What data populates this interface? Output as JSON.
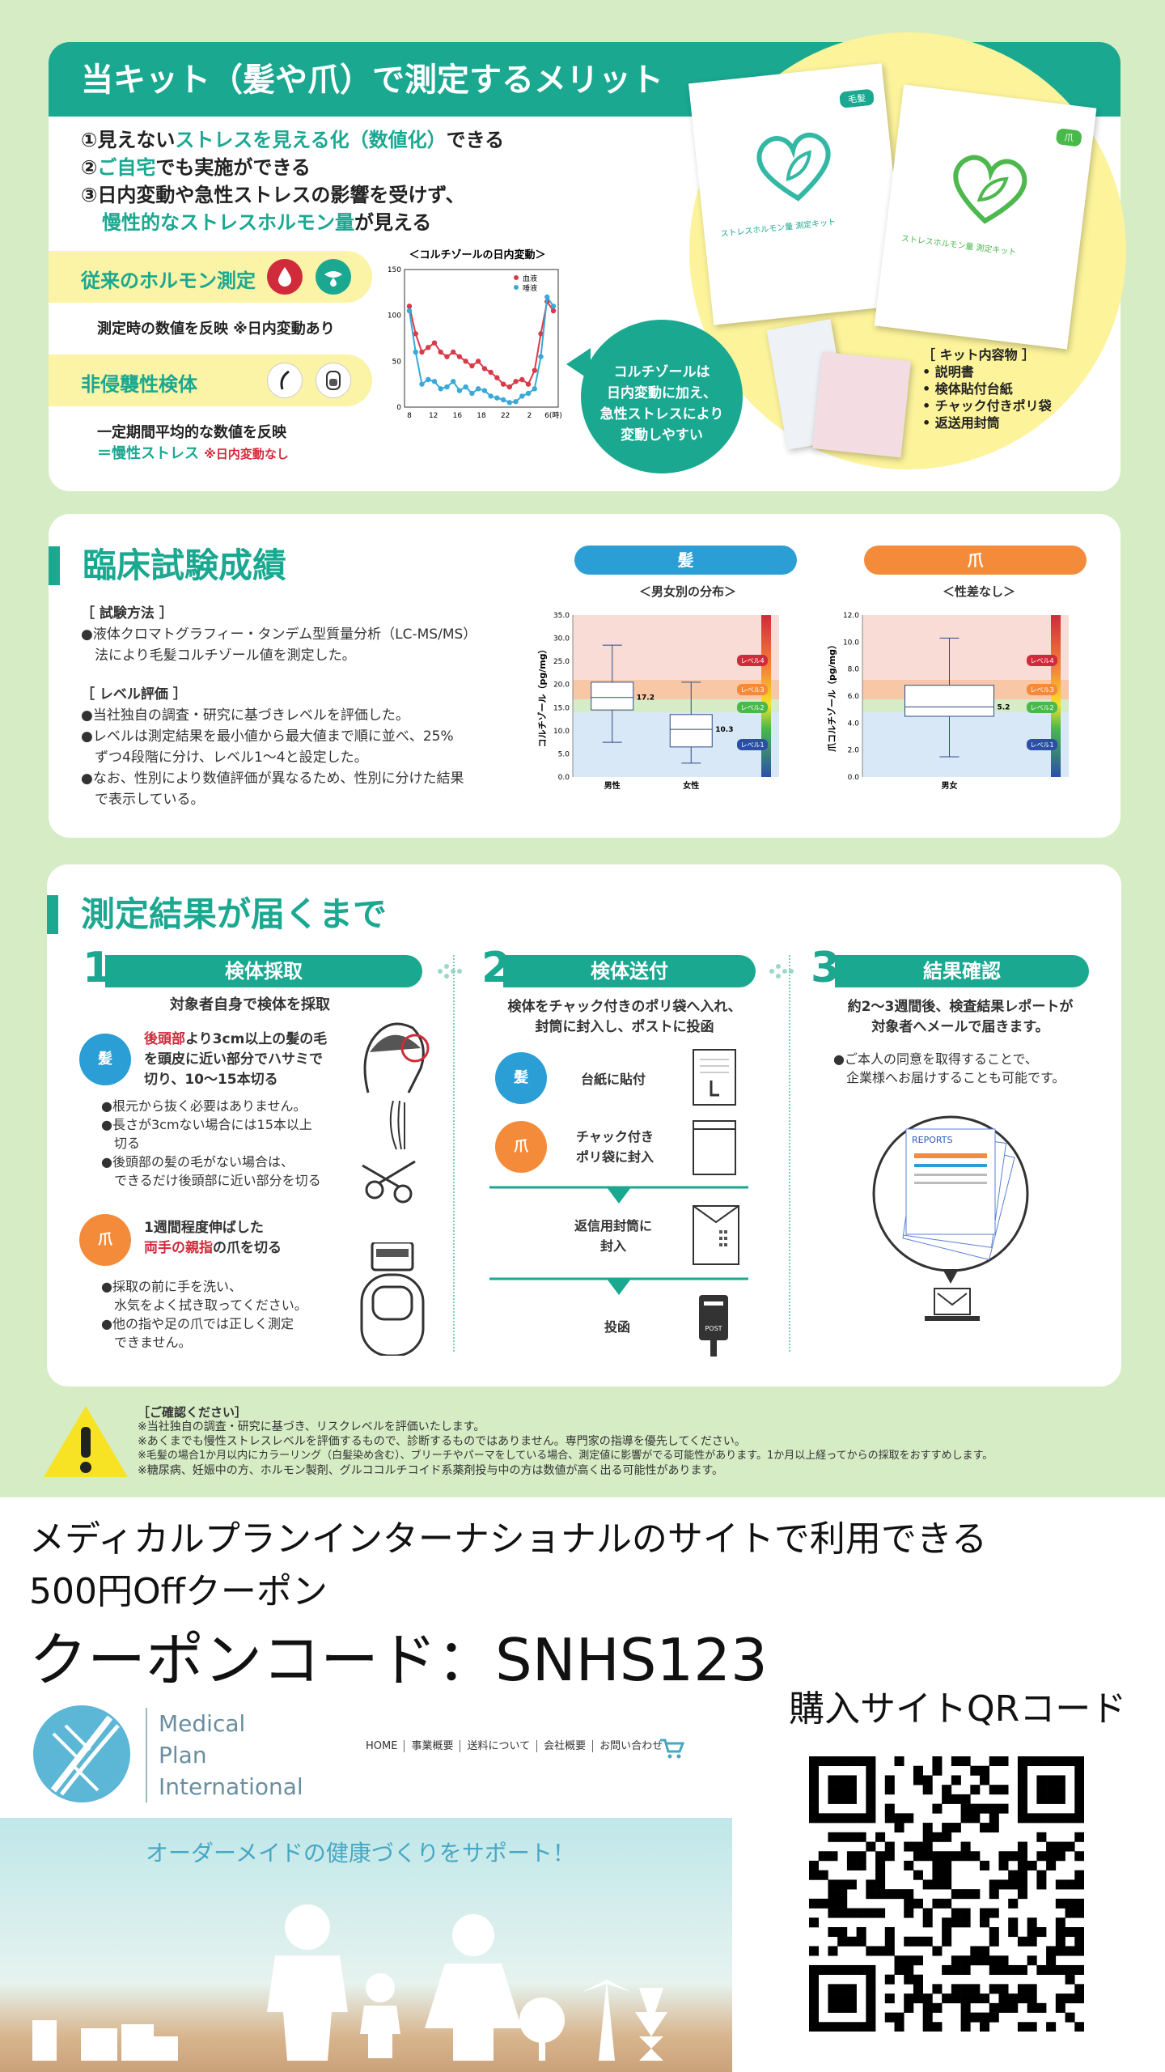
{
  "s1": {
    "title": "当キット（髪や爪）で測定するメリット",
    "p1": "①見えない",
    "p1g": "ストレスを見える化（数値化）",
    "p1e": "できる",
    "p2a": "②",
    "p2g": "ご自宅",
    "p2e": "でも実施ができる",
    "p3": "③日内変動や急性ストレスの影響を受けず、",
    "p4g": "慢性的なストレスホルモン量",
    "p4e": "が見える",
    "tag1": "従来のホルモン測定",
    "note1": "測定時の数値を反映 ※日内変動あり",
    "tag2": "非侵襲性検体",
    "note2": "一定期間平均的な数値を反映",
    "note3": "＝慢性ストレス",
    "note3r": "※日内変動なし",
    "bubble_l1": "コルチゾールは",
    "bubble_l2": "日内変動に加え、",
    "bubble_l3": "急性ストレスにより",
    "bubble_l4": "変動しやすい",
    "kit_title": "［ キット内容物 ］",
    "kit_items": [
      "• 説明書",
      "• 検体貼付台紙",
      "• チャック付きポリ袋",
      "• 返送用封筒"
    ],
    "card1_tag": "毛髪",
    "card2_tag": "爪",
    "card_text": "ストレスホルモン量 測定キット"
  },
  "chart_data": [
    {
      "type": "line",
      "title": "＜コルチゾールの日内変動＞",
      "x": [
        8,
        9,
        10,
        11,
        12,
        13,
        14,
        15,
        16,
        17,
        18,
        19,
        20,
        21,
        22,
        23,
        0,
        1,
        2,
        3,
        4,
        5,
        6,
        7
      ],
      "xticks": [
        "8",
        "12",
        "16",
        "18",
        "22",
        "2",
        "6(時)"
      ],
      "series": [
        {
          "name": "血液",
          "color": "#d93a4a",
          "values": [
            110,
            80,
            60,
            65,
            70,
            60,
            55,
            60,
            55,
            50,
            45,
            50,
            42,
            38,
            32,
            25,
            22,
            28,
            30,
            25,
            40,
            80,
            115,
            105
          ]
        },
        {
          "name": "唾液",
          "color": "#38a9d8",
          "values": [
            105,
            60,
            25,
            30,
            28,
            20,
            22,
            28,
            18,
            22,
            15,
            20,
            18,
            12,
            10,
            8,
            5,
            6,
            12,
            15,
            20,
            55,
            120,
            110
          ]
        }
      ],
      "yticks": [
        "0",
        "50",
        "100",
        "150"
      ]
    },
    {
      "type": "box",
      "title": "髪",
      "subtitle": "＜男女別の分布＞",
      "ylabel": "コルチゾール（pg/mg）",
      "ylim": [
        0,
        35
      ],
      "yticks": [
        "0.0",
        "5.0",
        "10.0",
        "15.0",
        "20.0",
        "25.0",
        "30.0",
        "35.0"
      ],
      "groups": [
        {
          "name": "男性",
          "min": 7.5,
          "q1": 14.5,
          "median": 17.2,
          "q3": 20.5,
          "max": 28.5
        },
        {
          "name": "女性",
          "min": 3,
          "q1": 6.5,
          "median": 10.3,
          "q3": 13.5,
          "max": 20.5
        }
      ],
      "labels": [
        "レベル4",
        "レベル3",
        "レベル2",
        "レベル1"
      ]
    },
    {
      "type": "box",
      "title": "爪",
      "subtitle": "＜性差なし＞",
      "ylabel": "爪コルチゾール（pg/mg）",
      "ylim": [
        0,
        12
      ],
      "yticks": [
        "0.0",
        "2.0",
        "4.0",
        "6.0",
        "8.0",
        "10.0",
        "12.0"
      ],
      "groups": [
        {
          "name": "男女",
          "min": 1.5,
          "q1": 4.5,
          "median": 5.2,
          "q3": 6.8,
          "max": 10.3
        }
      ],
      "labels": [
        "レベル4",
        "レベル3",
        "レベル2",
        "レベル1"
      ]
    }
  ],
  "s2": {
    "title": "臨床試験成績",
    "m_h": "［ 試験方法 ］",
    "m_1": "●液体クロマトグラフィー・タンデム型質量分析（LC-MS/MS）",
    "m_2": "　法により毛髪コルチゾール値を測定した。",
    "l_h": "［ レベル評価 ］",
    "l_1": "●当社独自の調査・研究に基づきレベルを評価した。",
    "l_2": "●レベルは測定結果を最小値から最大値まで順に並べ、25%",
    "l_3": "　ずつ4段階に分け、レベル1～4と設定した。",
    "l_4": "●なお、性別により数値評価が異なるため、性別に分けた結果",
    "l_5": "　で表示している。"
  },
  "s3": {
    "title": "測定結果が届くまで",
    "step1": "検体採取",
    "step2": "検体送付",
    "step3": "結果確認",
    "st1_sub": "対象者自身で検体を採取",
    "hair": "髪",
    "nail": "爪",
    "h_red": "後頭部",
    "h_1": "より3cm以上の髪の毛",
    "h_2": "を頭皮に近い部分でハサミで",
    "h_3": "切り、10～15本切る",
    "hb_1": "●根元から抜く必要はありません。",
    "hb_2": "●長さが3cmない場合には15本以上",
    "hb_3": "　切る",
    "hb_4": "●後頭部の髪の毛がない場合は、",
    "hb_5": "　できるだけ後頭部に近い部分を切る",
    "n_1": "1週間程度伸ばした",
    "n_red": "両手の親指",
    "n_2": "の爪を切る",
    "nb_1": "●採取の前に手を洗い、",
    "nb_2": "　水気をよく拭き取ってください。",
    "nb_3": "●他の指や足の爪では正しく測定",
    "nb_4": "　できません。",
    "st2_1": "検体をチャック付きのポリ袋へ入れ、",
    "st2_2": "封筒に封入し、ポストに投函",
    "st2_a": "台紙に貼付",
    "st2_b1": "チャック付き",
    "st2_b2": "ポリ袋に封入",
    "st2_c1": "返信用封筒に",
    "st2_c2": "封入",
    "st2_d": "投函",
    "post": "POST",
    "st3_1": "約2～3週間後、検査結果レポートが",
    "st3_2": "対象者へメールで届きます。",
    "st3_3": "●ご本人の同意を取得することで、",
    "st3_4": "　企業様へお届けすることも可能です。",
    "report": "REPORTS"
  },
  "confirm": {
    "h": "［ご確認ください］",
    "l1": "※当社独自の調査・研究に基づき、リスクレベルを評価いたします。",
    "l2": "※あくまでも慢性ストレスレベルを評価するもので、診断するものではありません。専門家の指導を優先してください。",
    "l3": "※毛髪の場合1か月以内にカラーリング（白髪染め含む）、ブリーチやパーマをしている場合、測定値に影響がでる可能性があります。1か月以上経ってからの採取をおすすめします。",
    "l4": "※糖尿病、妊娠中の方、ホルモン製剤、グルココルチコイド系薬剤投与中の方は数値が高く出る可能性があります。"
  },
  "bottom": {
    "line1": "メディカルプランインターナショナルのサイトで利用できる",
    "line2": "500円Offクーポン",
    "coupon": "クーポンコード：SNHS123",
    "qr_label": "購入サイトQRコード",
    "brand": [
      "Medical",
      "Plan",
      "International"
    ],
    "nav": [
      "HOME",
      "事業概要",
      "送料について",
      "会社概要",
      "お問い合わせ"
    ],
    "hero": "オーダーメイドの健康づくりをサポート！"
  }
}
